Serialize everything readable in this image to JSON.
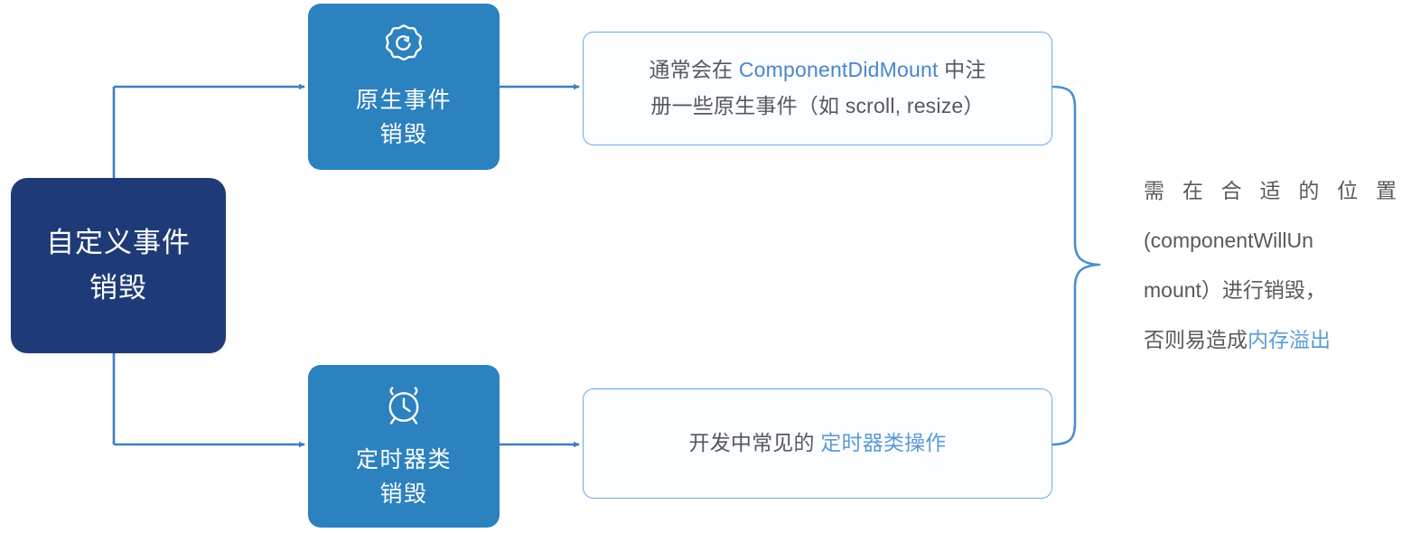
{
  "diagram": {
    "type": "flowchart",
    "title": "自定义事件销毁",
    "colors": {
      "root_fill": "#1f3b77",
      "category_fill": "#2c81bf",
      "box_border": "#6ca9dd",
      "connector": "#3f7fbf",
      "highlight_text": "#4a86c8",
      "body_text": "#58595b",
      "background": "#ffffff"
    },
    "root": {
      "lines": [
        "自定义事件",
        "销毁"
      ]
    },
    "branches": [
      {
        "id": "native-event",
        "icon": "gear-badge-icon",
        "lines": [
          "原生事件",
          "销毁"
        ],
        "description": {
          "line1_pre": "通常会在 ",
          "line1_highlight": "ComponentDidMount",
          "line1_post": " 中注",
          "line2": "册一些原生事件（如 scroll, resize）"
        }
      },
      {
        "id": "timer",
        "icon": "alarm-clock-icon",
        "lines": [
          "定时器类",
          "销毁"
        ],
        "description": {
          "line1_pre": "开发中常见的 ",
          "line1_highlight": "定时器类操作",
          "line1_post": "",
          "line2": ""
        }
      }
    ],
    "summary": {
      "line1_chars": [
        "需",
        "在",
        "合",
        "适",
        "的",
        "位",
        "置"
      ],
      "line2": "(componentWillUn",
      "line3": "mount）进行销毁，",
      "line4_pre": "否则易造成 ",
      "line4_highlight": "内存溢出"
    }
  }
}
